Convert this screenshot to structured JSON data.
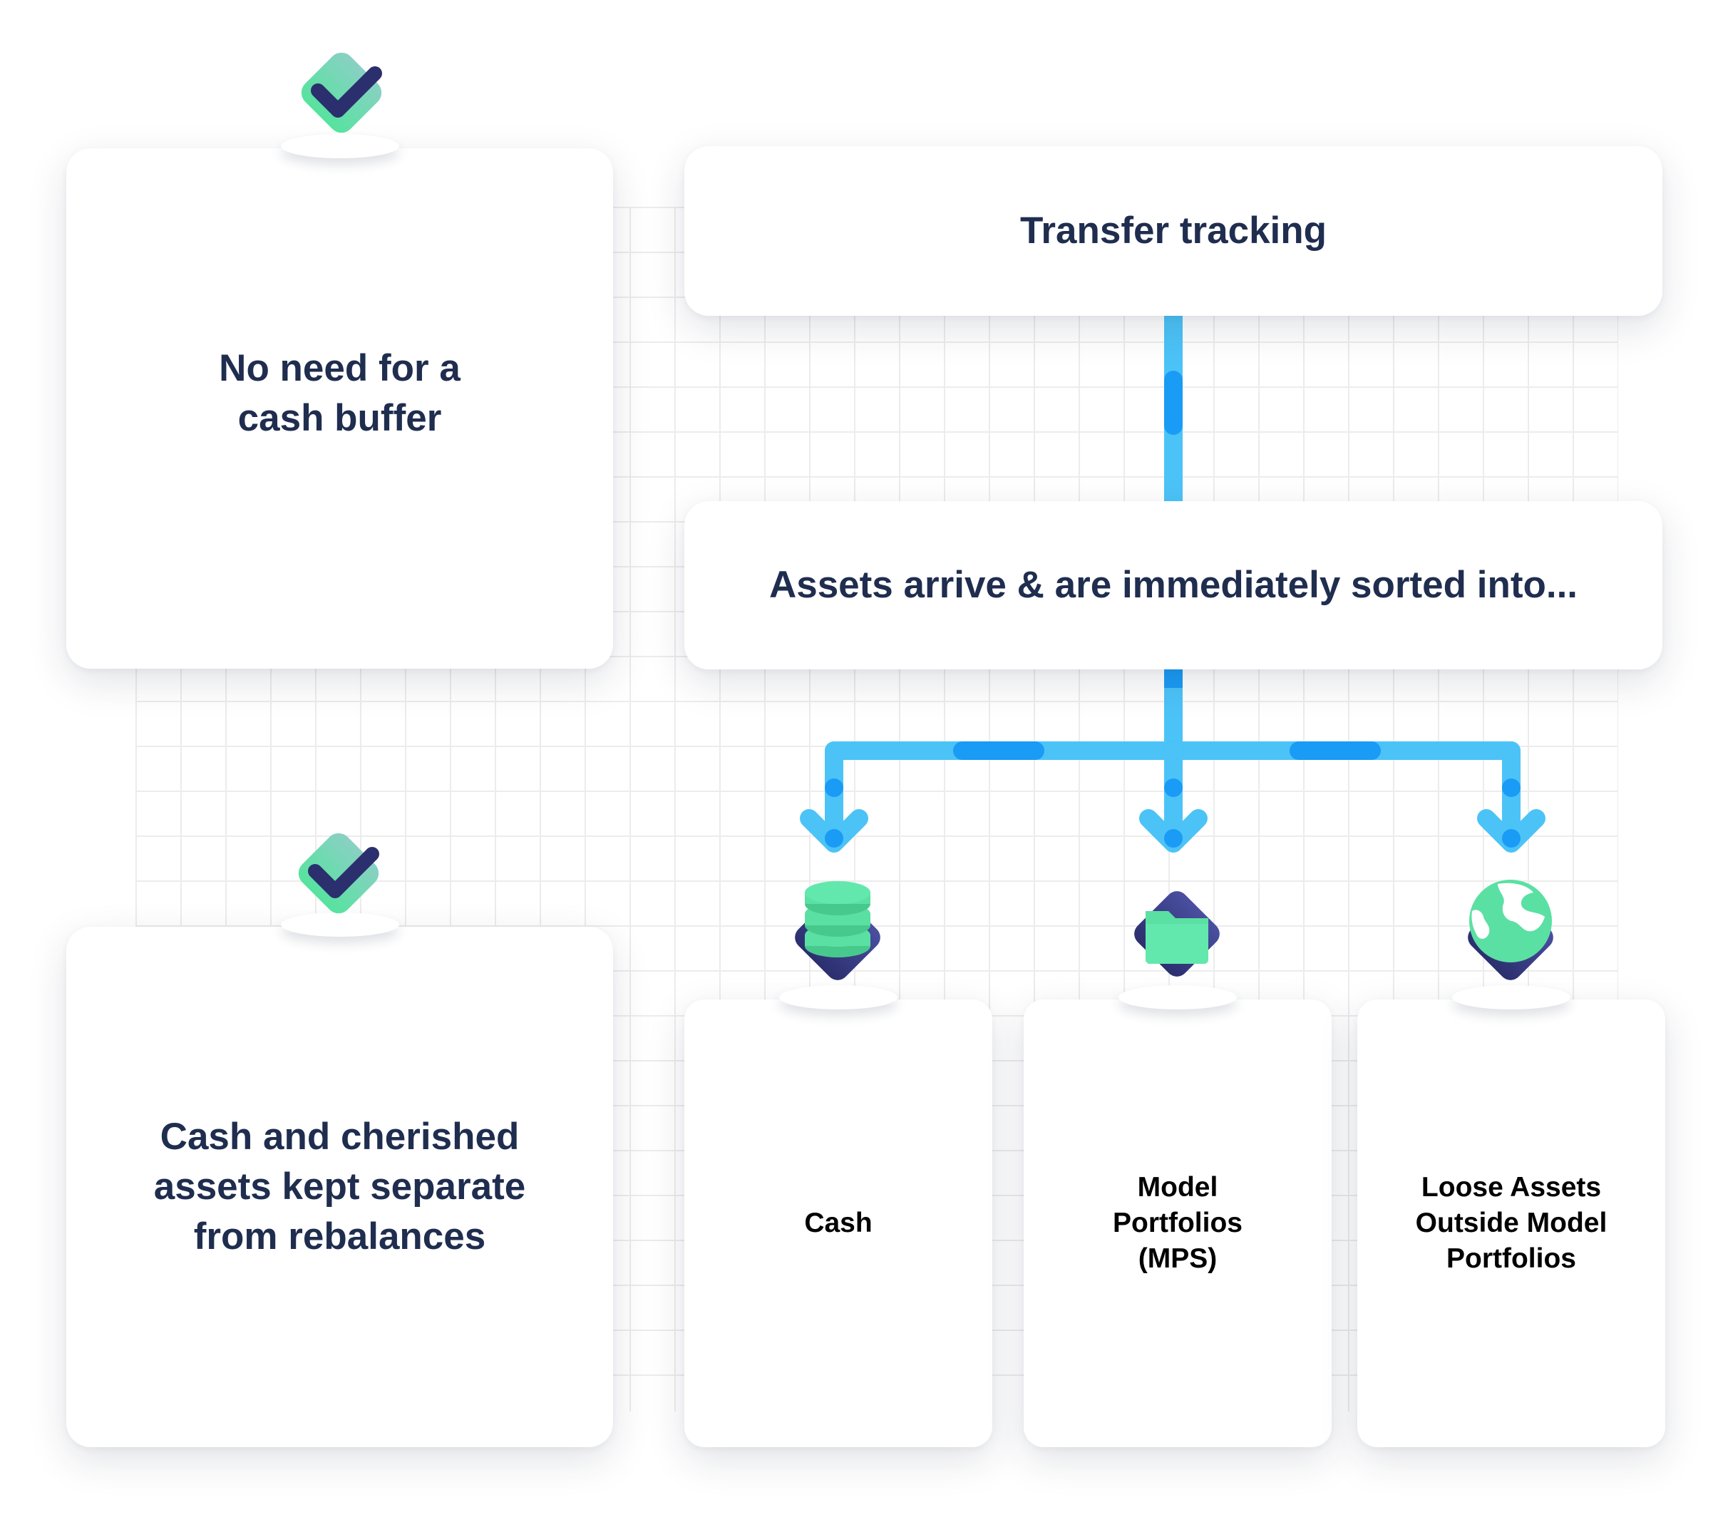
{
  "benefits": {
    "cash_buffer": "No need for a\ncash buffer",
    "separation": "Cash and cherished\nassets kept separate\nfrom rebalances"
  },
  "flow": {
    "transfer": "Transfer tracking",
    "arrive": "Assets arrive & are immediately sorted into...",
    "buckets": {
      "cash": "Cash",
      "mps": "Model\nPortfolios\n(MPS)",
      "loose": "Loose Assets\nOutside Model\nPortfolios"
    }
  },
  "icons": {
    "benefit": "checkmark-diamond-icon",
    "cash": "coin-stack-icon",
    "mps": "folder-icon",
    "loose": "globe-icon"
  },
  "colors": {
    "text": "#1f2d4f",
    "connector": "#4cc3f7",
    "connector_accent": "#1a9bf5",
    "green": "#5be0a3",
    "navy": "#2b2f6e"
  }
}
